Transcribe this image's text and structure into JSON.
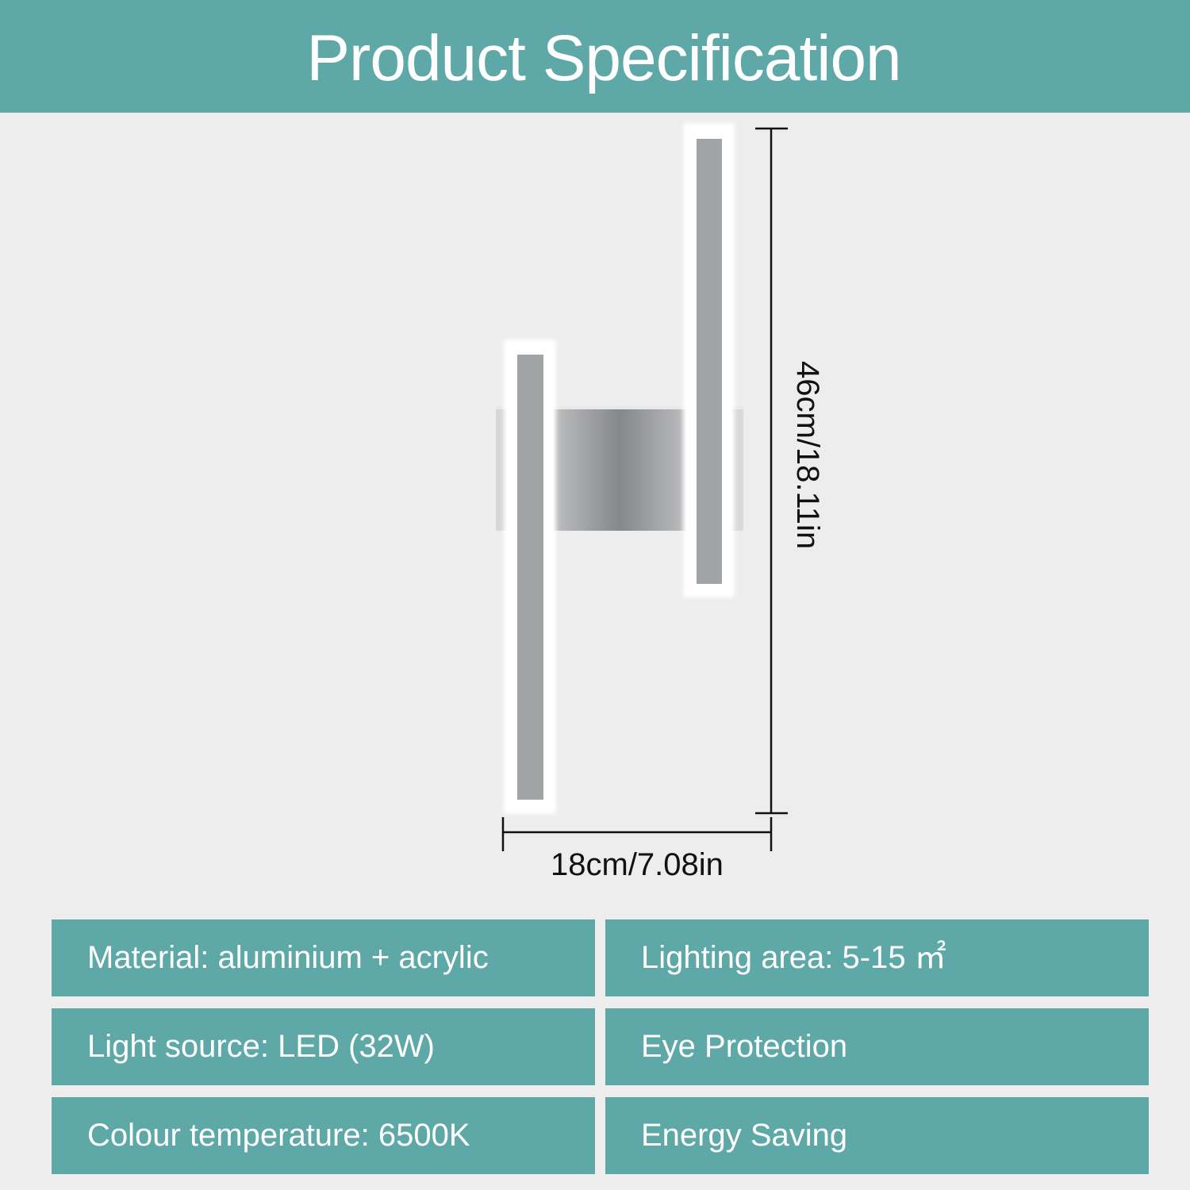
{
  "header": {
    "title": "Product Specification",
    "background": "#5fa8a8"
  },
  "dimensions": {
    "height_label": "46cm/18.11in",
    "width_label": "18cm/7.08in"
  },
  "specs": {
    "left": [
      "Material: aluminium + acrylic",
      "Light source: LED (32W)",
      "Colour temperature: 6500K"
    ],
    "right": [
      "Lighting area: 5-15 ㎡",
      "Eye Protection",
      "Energy Saving"
    ]
  },
  "colors": {
    "accent": "#5fa8a8",
    "background": "#ededed",
    "lamp_panel": "#a2a3a5",
    "lamp_frame": "#ffffff"
  }
}
